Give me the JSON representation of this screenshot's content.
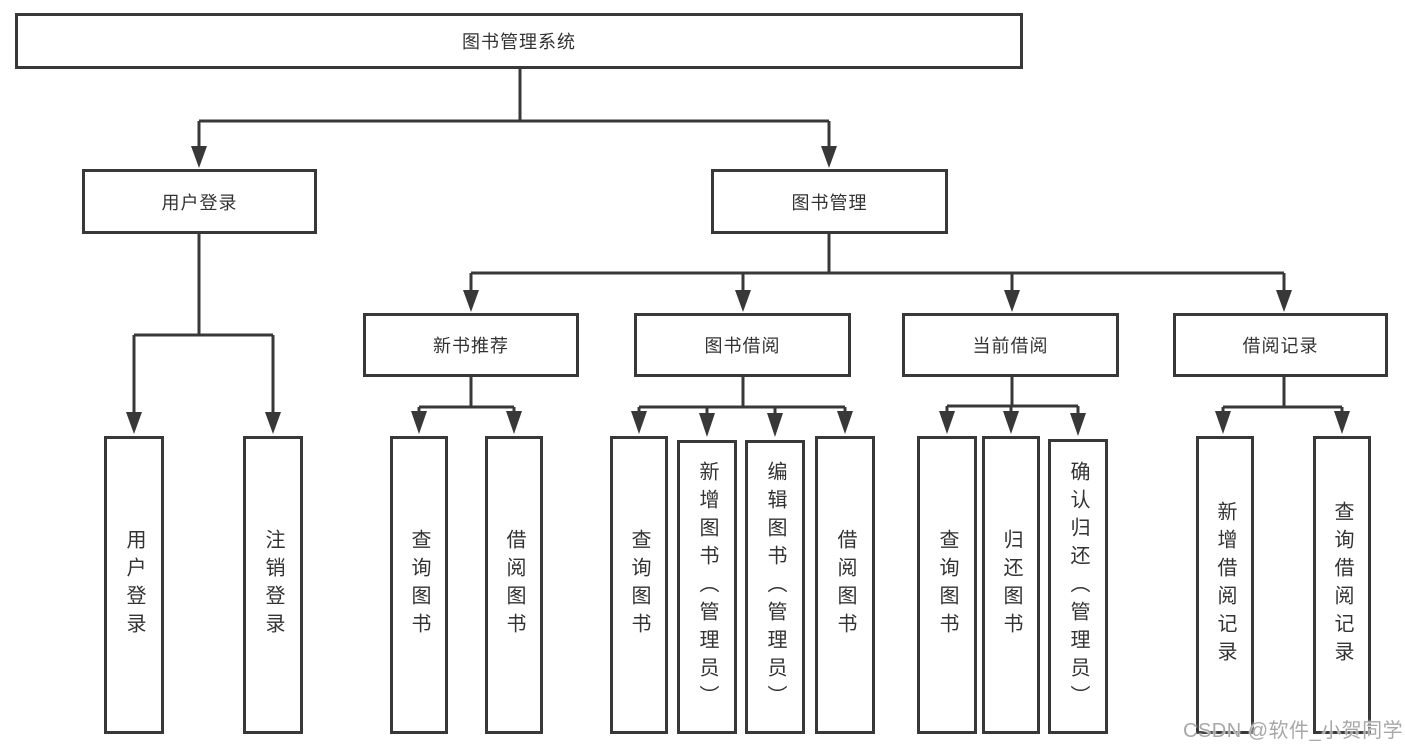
{
  "colors": {
    "line": "#383838",
    "box_border": "#383838",
    "box_background": "#ffffff",
    "text": "#333333",
    "watermark": "#a8a8a8",
    "page_background": "#ffffff"
  },
  "watermark": {
    "text": "CSDN @软件_小贺同学"
  },
  "tree": {
    "root": "图书管理系统",
    "branches": [
      {
        "label": "用户登录",
        "children": [
          "用户登录",
          "注销登录"
        ]
      },
      {
        "label": "图书管理",
        "sections": [
          {
            "label": "新书推荐",
            "children": [
              "查询图书",
              "借阅图书"
            ]
          },
          {
            "label": "图书借阅",
            "children": [
              "查询图书",
              "新增图书（管理员）",
              "编辑图书（管理员）",
              "借阅图书"
            ]
          },
          {
            "label": "当前借阅",
            "children": [
              "查询图书",
              "归还图书",
              "确认归还（管理员）"
            ]
          },
          {
            "label": "借阅记录",
            "children": [
              "新增借阅记录",
              "查询借阅记录"
            ]
          }
        ]
      }
    ]
  }
}
